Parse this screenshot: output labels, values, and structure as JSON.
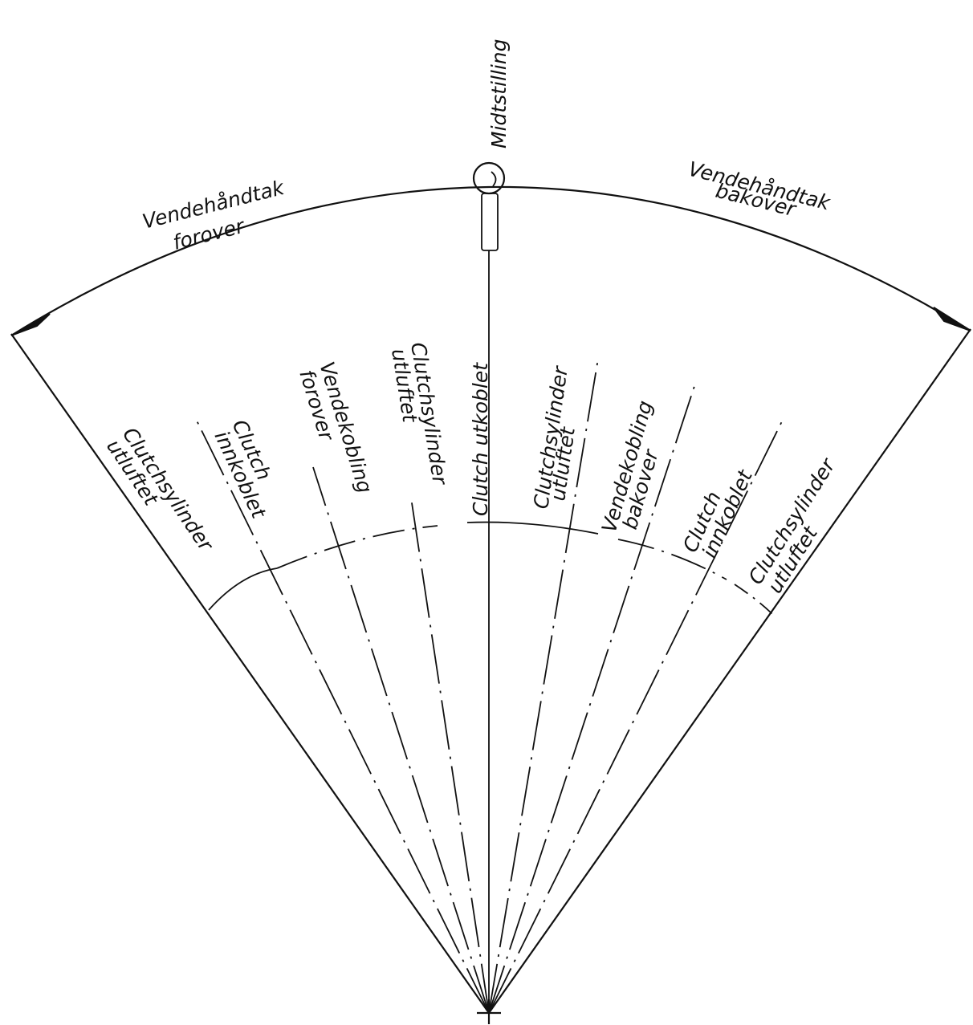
{
  "diagram": {
    "midstilling": "Midtstilling",
    "forward_handle": {
      "line1": "Vendehåndtak",
      "line2": "forover"
    },
    "backward_handle": {
      "line1": "Vendehåndtak",
      "line2": "bakover"
    },
    "sectors": [
      {
        "line1": "Clutchsylinder",
        "line2": "utluftet"
      },
      {
        "line1": "Clutch",
        "line2": "innkoblet"
      },
      {
        "line1": "Vendekobling",
        "line2": "forover"
      },
      {
        "line1": "Clutchsylinder",
        "line2": "utluftet"
      },
      {
        "line1": "Clutch utkoblet",
        "line2": ""
      },
      {
        "line1": "Clutchsylinder",
        "line2": "utluftet"
      },
      {
        "line1": "Vendekobling",
        "line2": "bakover"
      },
      {
        "line1": "Clutch",
        "line2": "innkoblet"
      },
      {
        "line1": "Clutchsylinder",
        "line2": "utluftet"
      }
    ]
  }
}
